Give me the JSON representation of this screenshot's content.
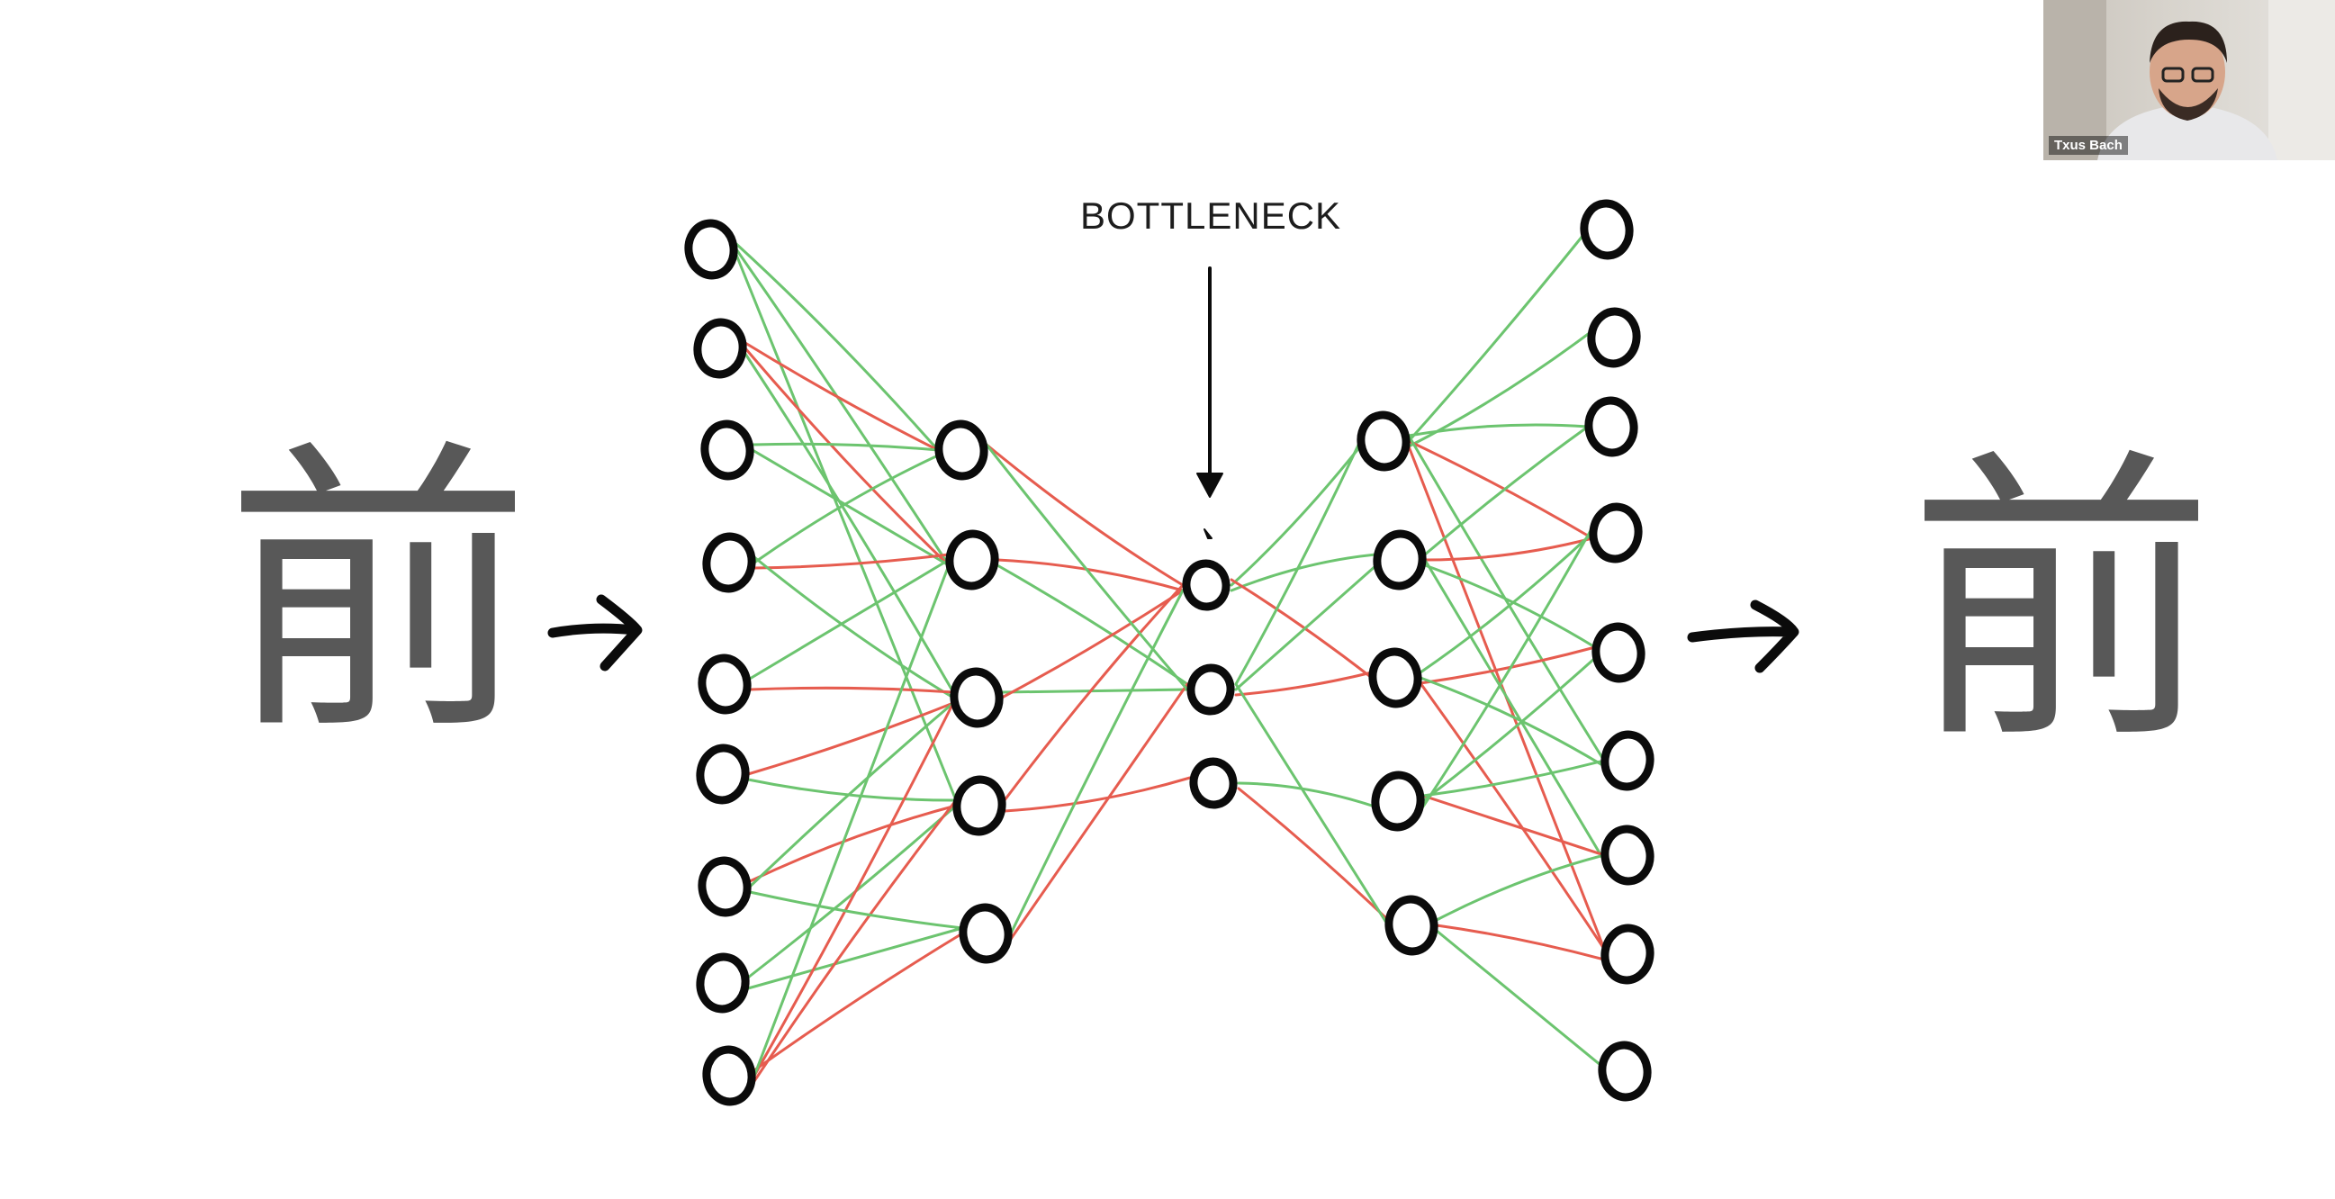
{
  "diagram": {
    "bottleneck_label": "BOTTLENECK",
    "input_glyph": "前",
    "output_glyph": "前",
    "colors": {
      "node_stroke": "#0b0b0b",
      "edge_green": "#6cc46f",
      "edge_red": "#e65c4f",
      "glyph": "#585858",
      "arrow": "#0b0b0b"
    }
  },
  "video_call": {
    "participant_name": "Txus Bach"
  }
}
